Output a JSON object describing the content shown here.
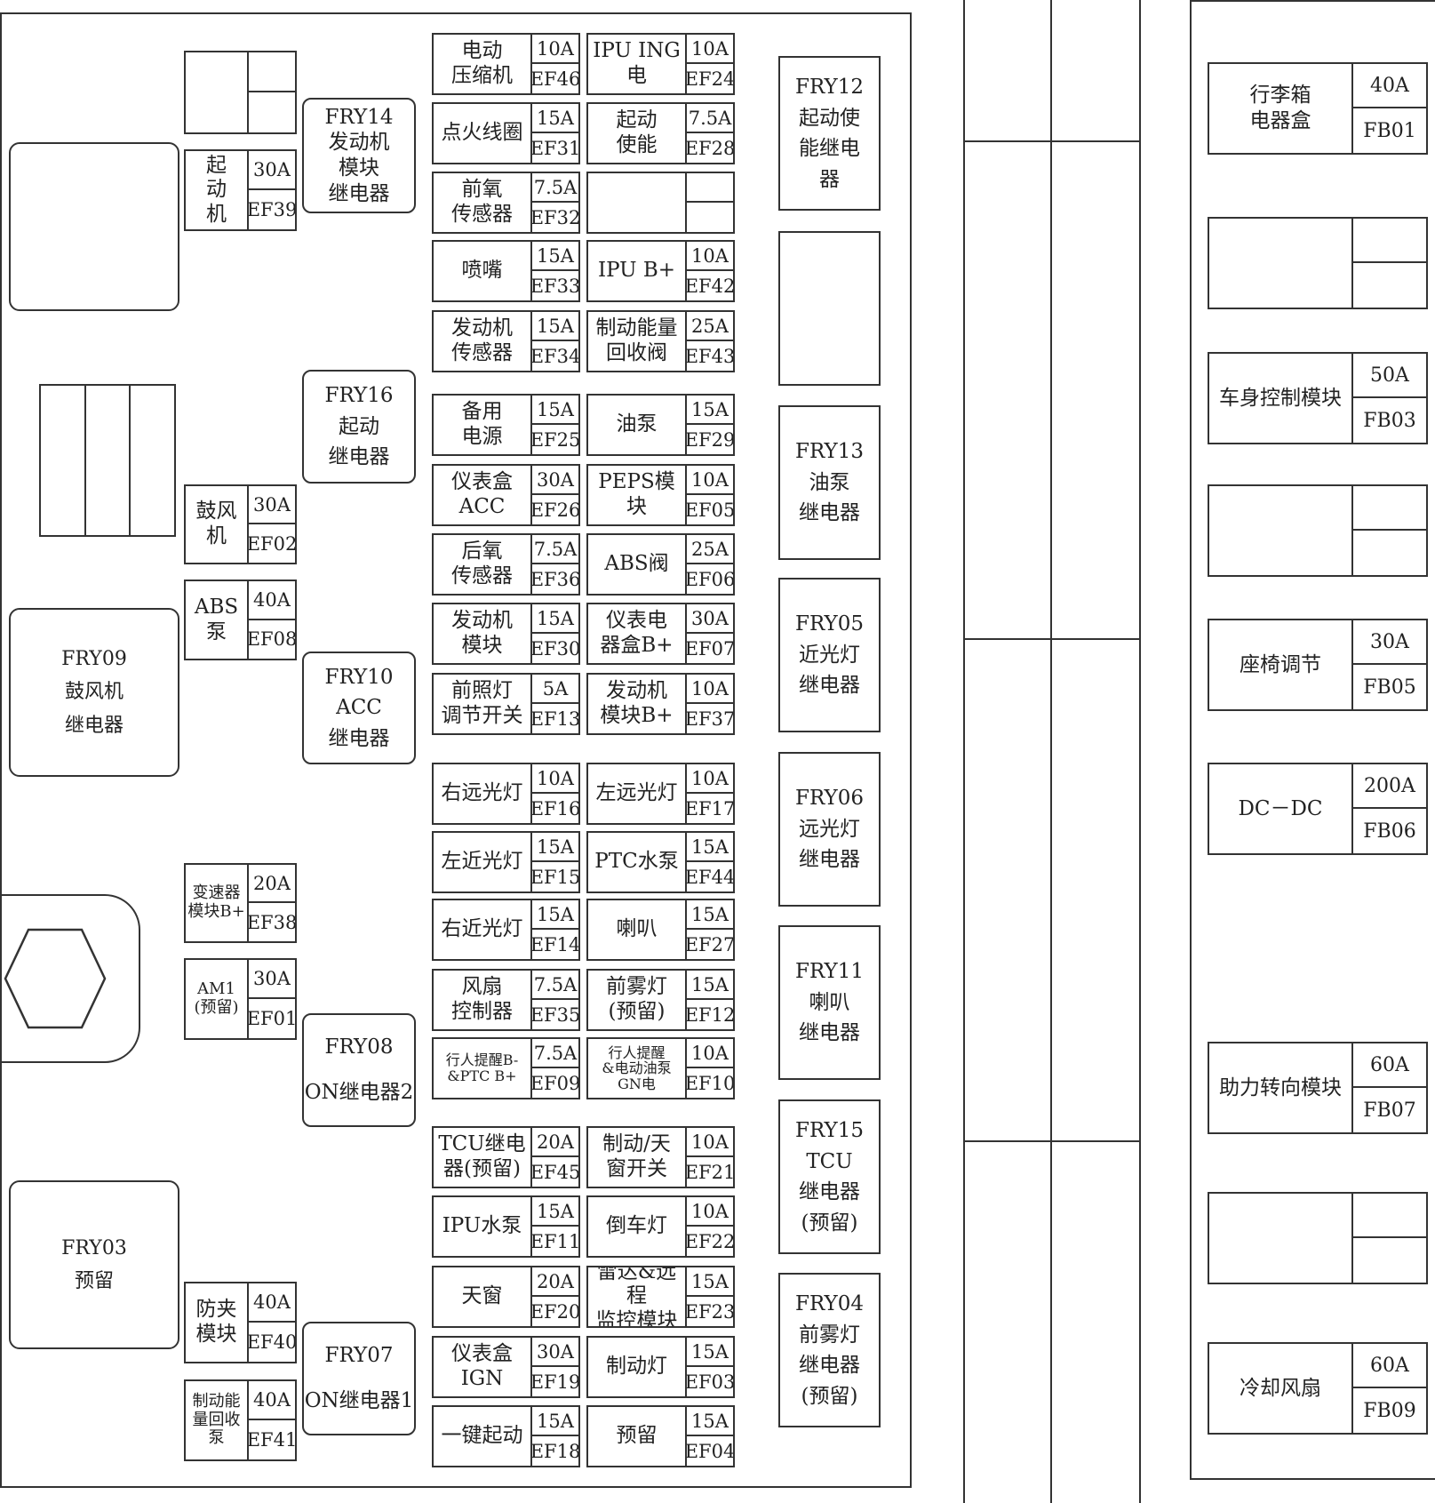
{
  "fuses_left": [
    {
      "label": "起\n动\n机",
      "amp": "30A",
      "code": "EF39"
    },
    {
      "label": "鼓风\n机",
      "amp": "30A",
      "code": "EF02"
    },
    {
      "label": "ABS泵",
      "amp": "40A",
      "code": "EF08"
    },
    {
      "label": "变速器\n模块B+",
      "amp": "20A",
      "code": "EF38"
    },
    {
      "label": "AM1\n(预留)",
      "amp": "30A",
      "code": "EF01"
    },
    {
      "label": "防夹\n模块",
      "amp": "40A",
      "code": "EF40"
    },
    {
      "label": "制动能\n量回收\n泵",
      "amp": "40A",
      "code": "EF41"
    }
  ],
  "fuses_col1": [
    {
      "label": "电动\n压缩机",
      "amp": "10A",
      "code": "EF46"
    },
    {
      "label": "点火线圈",
      "amp": "15A",
      "code": "EF31"
    },
    {
      "label": "前氧\n传感器",
      "amp": "7.5A",
      "code": "EF32"
    },
    {
      "label": "喷嘴",
      "amp": "15A",
      "code": "EF33"
    },
    {
      "label": "发动机\n传感器",
      "amp": "15A",
      "code": "EF34"
    },
    {
      "label": "备用\n电源",
      "amp": "15A",
      "code": "EF25"
    },
    {
      "label": "仪表盒\nACC",
      "amp": "30A",
      "code": "EF26"
    },
    {
      "label": "后氧\n传感器",
      "amp": "7.5A",
      "code": "EF36"
    },
    {
      "label": "发动机\n模块",
      "amp": "15A",
      "code": "EF30"
    },
    {
      "label": "前照灯\n调节开关",
      "amp": "5A",
      "code": "EF13"
    },
    {
      "label": "右远光灯",
      "amp": "10A",
      "code": "EF16"
    },
    {
      "label": "左近光灯",
      "amp": "15A",
      "code": "EF15"
    },
    {
      "label": "右近光灯",
      "amp": "15A",
      "code": "EF14"
    },
    {
      "label": "风扇\n控制器",
      "amp": "7.5A",
      "code": "EF35"
    },
    {
      "label": "行人提醒B-\n&PTC B+",
      "amp": "7.5A",
      "code": "EF09"
    },
    {
      "label": "TCU继电\n器(预留)",
      "amp": "20A",
      "code": "EF45"
    },
    {
      "label": "IPU水泵",
      "amp": "15A",
      "code": "EF11"
    },
    {
      "label": "天窗",
      "amp": "20A",
      "code": "EF20"
    },
    {
      "label": "仪表盒\nIGN",
      "amp": "30A",
      "code": "EF19"
    },
    {
      "label": "一键起动",
      "amp": "15A",
      "code": "EF18"
    }
  ],
  "fuses_col2": [
    {
      "label": "IPU ING电",
      "amp": "10A",
      "code": "EF24"
    },
    {
      "label": "起动\n使能",
      "amp": "7.5A",
      "code": "EF28"
    },
    {
      "label": "",
      "amp": "",
      "code": ""
    },
    {
      "label": "IPU B+",
      "amp": "10A",
      "code": "EF42"
    },
    {
      "label": "制动能量\n回收阀",
      "amp": "25A",
      "code": "EF43"
    },
    {
      "label": "油泵",
      "amp": "15A",
      "code": "EF29"
    },
    {
      "label": "PEPS模块",
      "amp": "10A",
      "code": "EF05"
    },
    {
      "label": "ABS阀",
      "amp": "25A",
      "code": "EF06"
    },
    {
      "label": "仪表电\n器盒B+",
      "amp": "30A",
      "code": "EF07"
    },
    {
      "label": "发动机\n模块B+",
      "amp": "10A",
      "code": "EF37"
    },
    {
      "label": "左远光灯",
      "amp": "10A",
      "code": "EF17"
    },
    {
      "label": "PTC水泵",
      "amp": "15A",
      "code": "EF44"
    },
    {
      "label": "喇叭",
      "amp": "15A",
      "code": "EF27"
    },
    {
      "label": "前雾灯\n(预留)",
      "amp": "15A",
      "code": "EF12"
    },
    {
      "label": "行人提醒\n&电动油泵\nGN电",
      "amp": "10A",
      "code": "EF10"
    },
    {
      "label": "制动/天\n窗开关",
      "amp": "10A",
      "code": "EF21"
    },
    {
      "label": "倒车灯",
      "amp": "10A",
      "code": "EF22"
    },
    {
      "label": "雷达&远程\n监控模块",
      "amp": "15A",
      "code": "EF23"
    },
    {
      "label": "制动灯",
      "amp": "15A",
      "code": "EF03"
    },
    {
      "label": "预留",
      "amp": "15A",
      "code": "EF04"
    }
  ],
  "relays_mid": [
    {
      "label": "FRY14\n发动机\n模块\n继电器"
    },
    {
      "label": "FRY16\n起动\n继电器"
    },
    {
      "label": "FRY10\nACC\n继电器"
    },
    {
      "label": "FRY08\n\nON继电器2"
    },
    {
      "label": "FRY07\n\nON继电器1"
    }
  ],
  "relays_right": [
    {
      "label": "FRY12\n起动使\n能继电\n器"
    },
    {
      "label": ""
    },
    {
      "label": "FRY13\n油泵\n继电器"
    },
    {
      "label": "FRY05\n近光灯\n继电器"
    },
    {
      "label": "FRY06\n远光灯\n继电器"
    },
    {
      "label": "FRY11\n喇叭\n继电器"
    },
    {
      "label": "FRY15\nTCU\n继电器\n(预留)"
    },
    {
      "label": "FRY04\n前雾灯\n继电器\n(预留)"
    }
  ],
  "big_relays": [
    {
      "label": "FRY09\n鼓风机\n继电器"
    },
    {
      "label": "FRY03\n预留"
    }
  ],
  "fuses_right": [
    {
      "label": "行李箱\n电器盒",
      "amp": "40A",
      "code": "FB01"
    },
    {
      "label": "",
      "amp": "",
      "code": ""
    },
    {
      "label": "车身控制模块",
      "amp": "50A",
      "code": "FB03"
    },
    {
      "label": "",
      "amp": "",
      "code": ""
    },
    {
      "label": "座椅调节",
      "amp": "30A",
      "code": "FB05"
    },
    {
      "label": "DC－DC",
      "amp": "200A",
      "code": "FB06"
    },
    {
      "label": "助力转向模块",
      "amp": "60A",
      "code": "FB07"
    },
    {
      "label": "",
      "amp": "",
      "code": ""
    },
    {
      "label": "冷却风扇",
      "amp": "60A",
      "code": "FB09"
    }
  ]
}
